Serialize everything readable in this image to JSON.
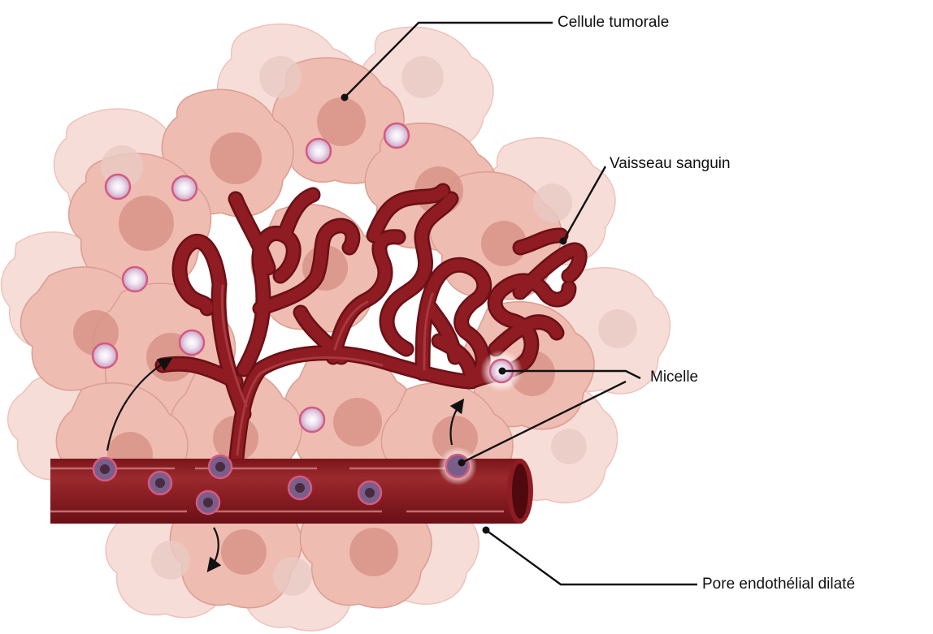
{
  "labels": {
    "tumor_cell": "Cellule tumorale",
    "blood_vessel": "Vaisseau sanguin",
    "micelle": "Micelle",
    "pore": "Pore endothélial dilaté"
  },
  "colors": {
    "vessel": "#8e1c22",
    "vessel_dark": "#6a1016",
    "cell_fill": "#f2c2b8",
    "cell_nucleus": "#d99287",
    "micelle_ring": "#d45a82",
    "micelle_core": "#9a8ab5",
    "text": "#111111"
  },
  "icons": [
    "tumor-cell-cluster",
    "blood-vessel",
    "micelle",
    "flow-arrow"
  ]
}
